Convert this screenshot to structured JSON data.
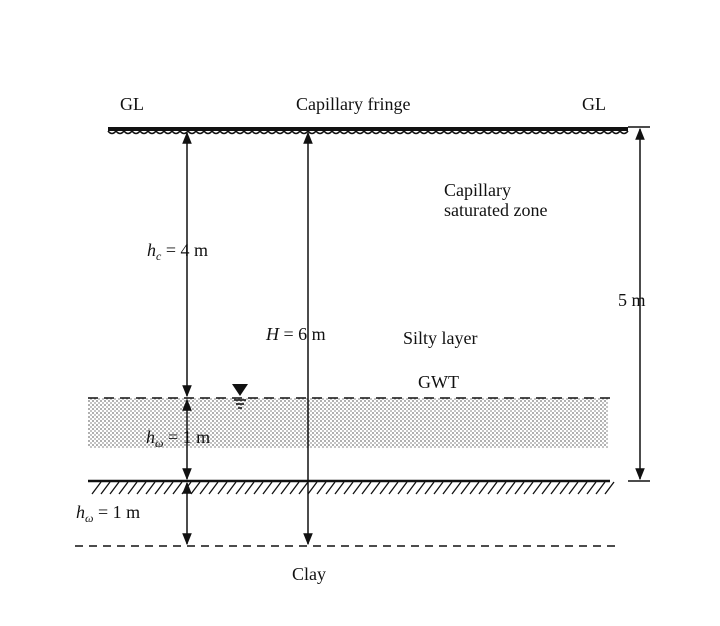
{
  "labels": {
    "gl_left": "GL",
    "capillary_fringe": "Capillary fringe",
    "gl_right": "GL",
    "capillary_saturated_1": "Capillary",
    "capillary_saturated_2": "saturated zone",
    "hc_sym": "h",
    "hc_sub": "c",
    "hc_val": " = 4 m",
    "depth_5m": "5 m",
    "H_sym": "H",
    "H_val": " = 6 m",
    "silty_layer": "Silty layer",
    "gwt": "GWT",
    "hw_sym": "h",
    "hw_sub": "ω",
    "hw_val": " = 1 m",
    "hw2_sym": "h",
    "hw2_sub": "ω",
    "hw2_val": " = 1 m",
    "clay": "Clay"
  },
  "colors": {
    "ink": "#111111",
    "saturated_fill": "#d8d8d8"
  }
}
